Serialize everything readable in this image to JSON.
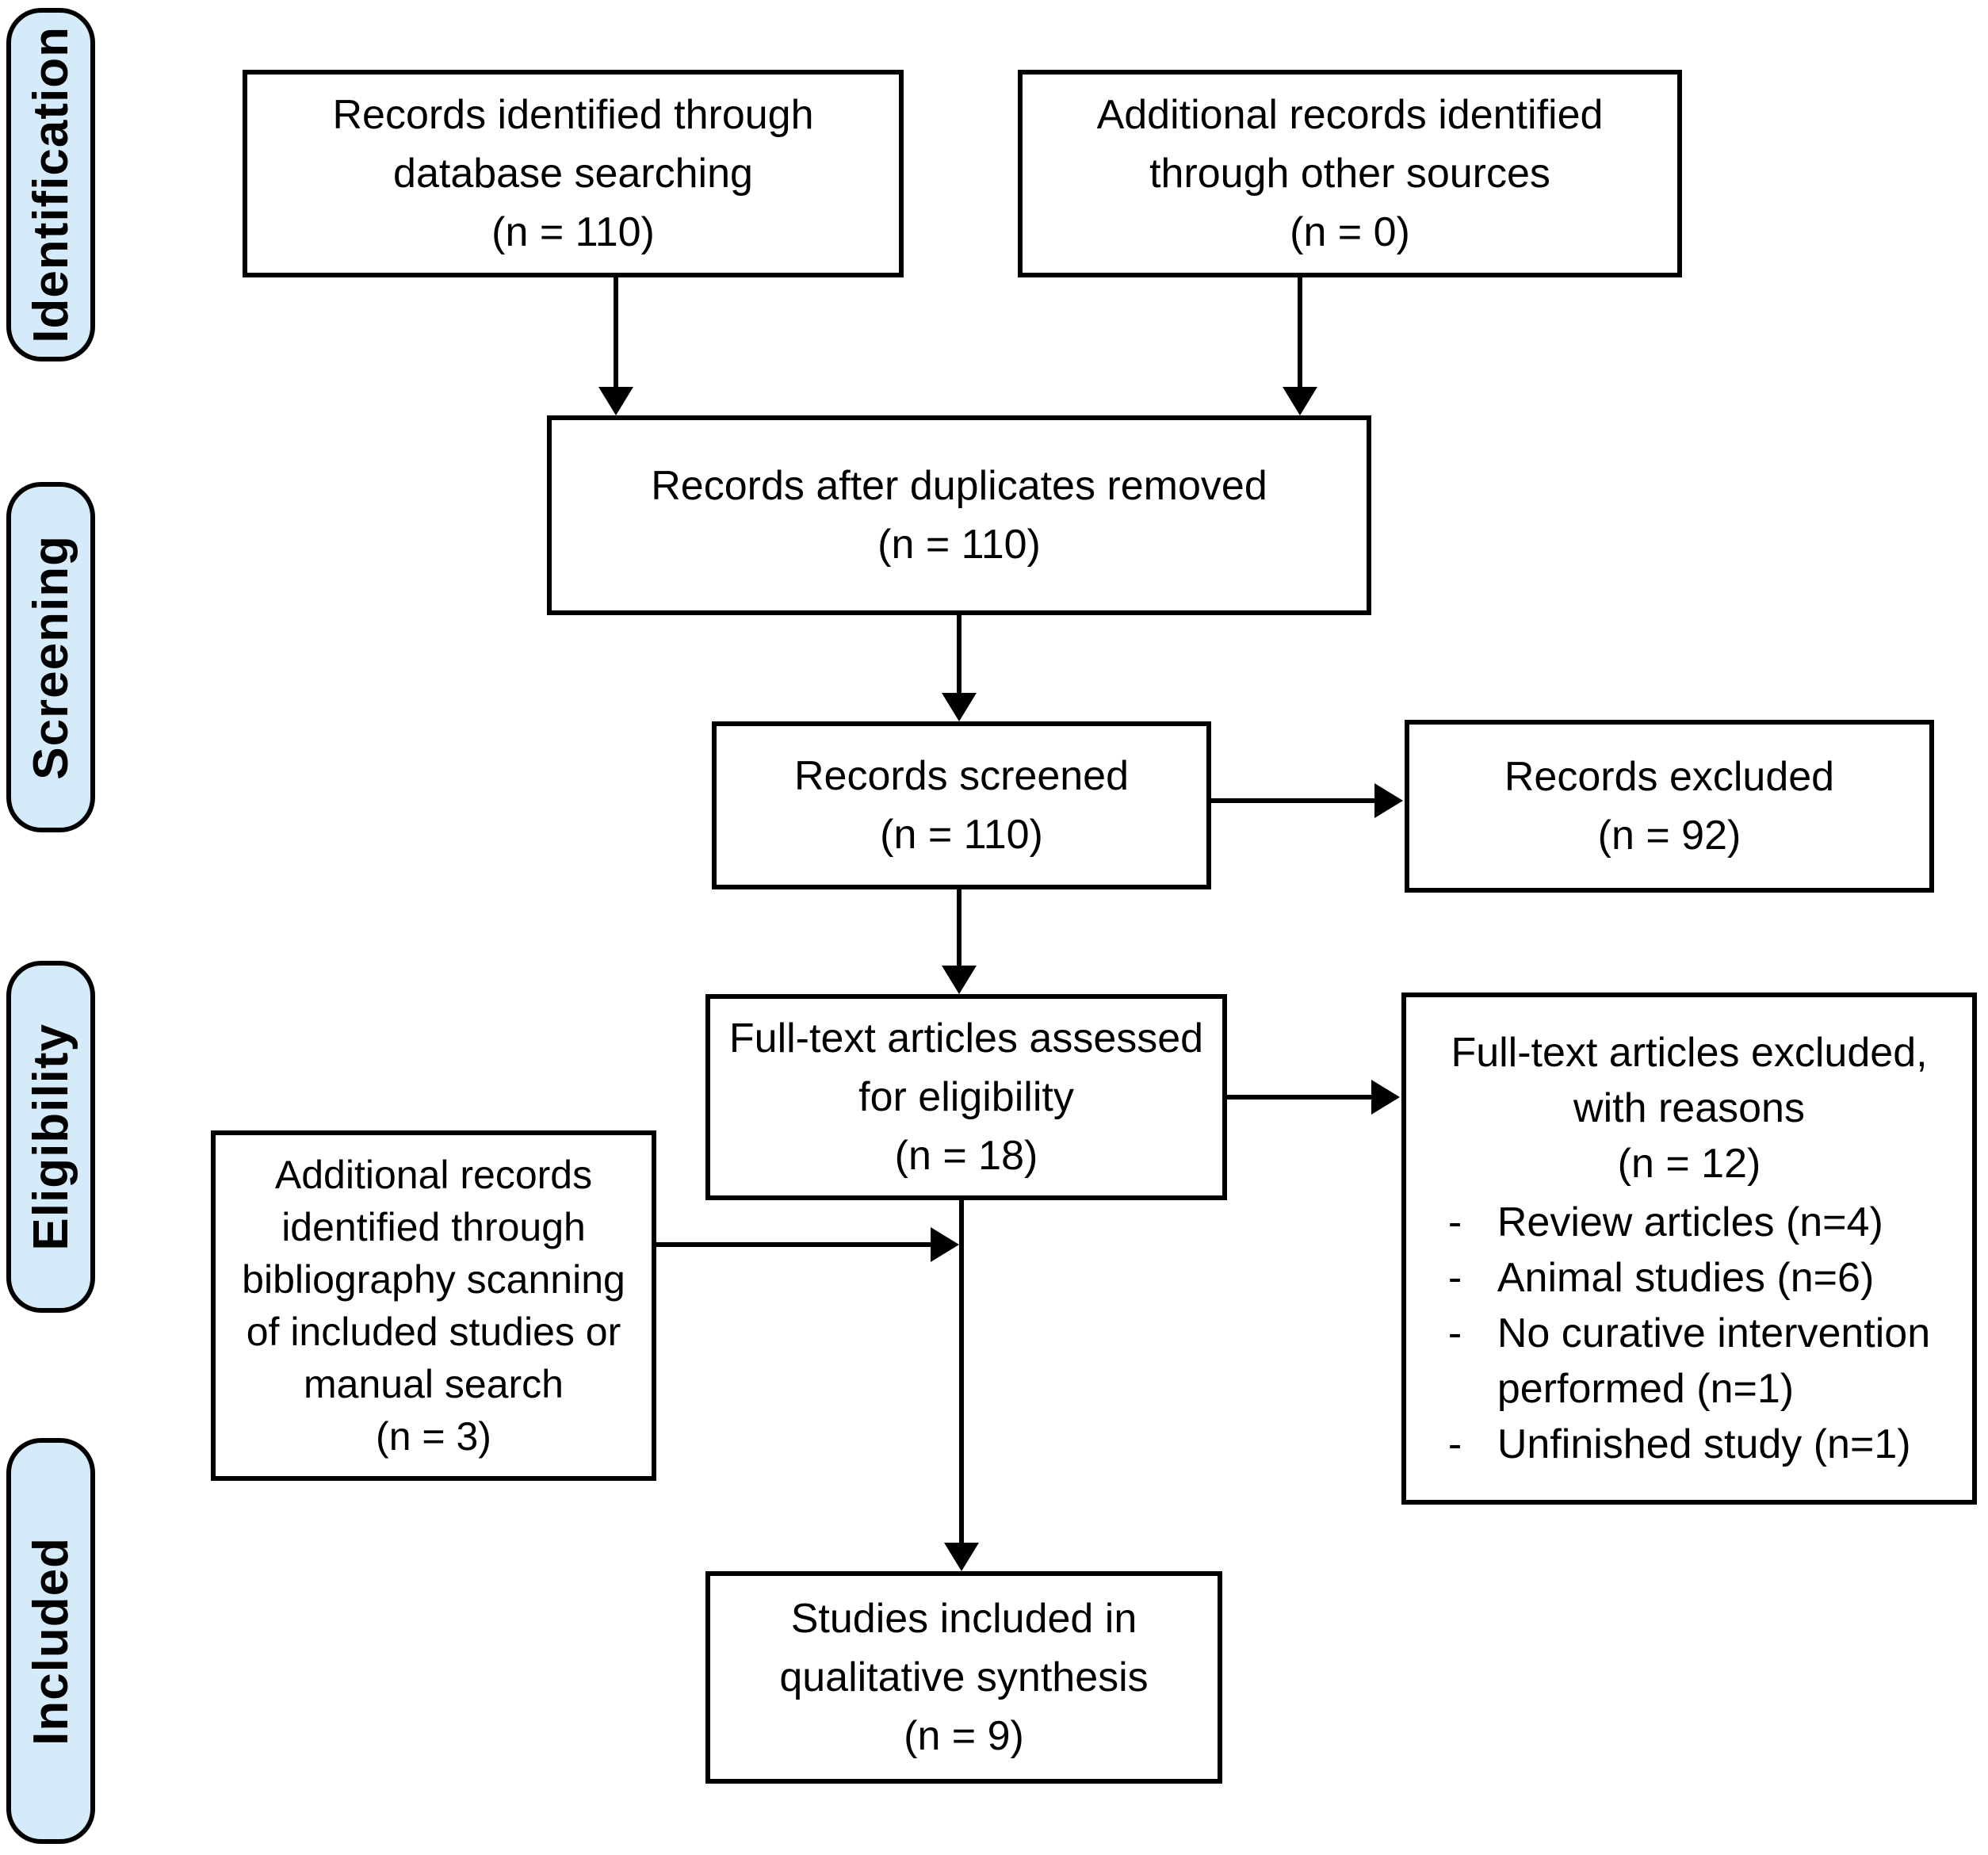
{
  "sidebar": {
    "stages": [
      {
        "label": "Identification"
      },
      {
        "label": "Screening"
      },
      {
        "label": "Eligibility"
      },
      {
        "label": "Included"
      }
    ]
  },
  "boxes": {
    "records_db": {
      "lines": [
        "Records identified through",
        "database searching",
        "(n = 110)"
      ]
    },
    "records_other": {
      "lines": [
        "Additional records identified",
        "through other sources",
        "(n = 0)"
      ]
    },
    "duplicates_removed": {
      "lines": [
        "Records after duplicates removed",
        "(n = 110)"
      ]
    },
    "records_screened": {
      "lines": [
        "Records screened",
        "(n = 110)"
      ]
    },
    "records_excluded": {
      "lines": [
        "Records excluded",
        "(n = 92)"
      ]
    },
    "fulltext_assessed": {
      "lines": [
        "Full-text articles assessed",
        "for eligibility",
        "(n = 18)"
      ]
    },
    "fulltext_excluded": {
      "title_lines": [
        "Full-text articles excluded,",
        "with reasons",
        "(n = 12)"
      ],
      "bullet": "-",
      "reasons": [
        "Review articles (n=4)",
        "Animal studies (n=6)",
        "No curative intervention performed (n=1)",
        "Unfinished study (n=1)"
      ]
    },
    "bibliography": {
      "lines": [
        "Additional records",
        "identified through",
        "bibliography scanning",
        "of included studies or",
        "manual search",
        "(n = 3)"
      ]
    },
    "qualitative_synthesis": {
      "lines": [
        "Studies included in",
        "qualitative synthesis",
        "(n = 9)"
      ]
    }
  },
  "colors": {
    "stage_fill": "#d6ebfa",
    "border": "#000000",
    "text": "#000000",
    "background": "#ffffff"
  }
}
